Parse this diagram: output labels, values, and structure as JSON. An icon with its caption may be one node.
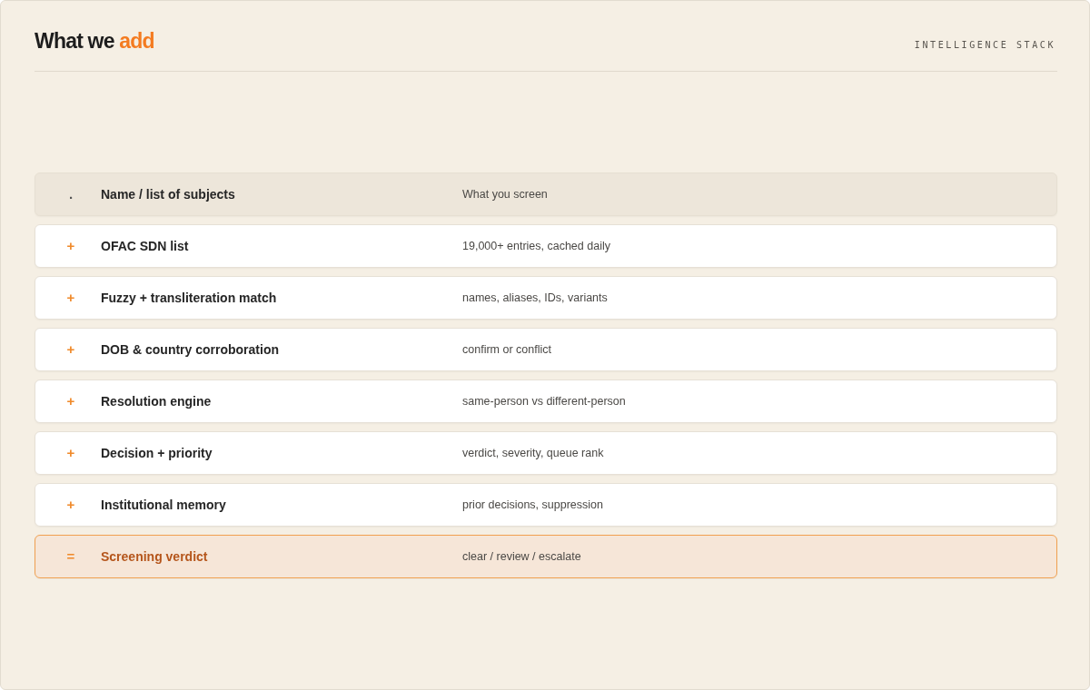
{
  "diagram": {
    "title": "What we *add*",
    "nodes": [
      {
        "text": [
          ".",
          "Name / list of subjects",
          "What you screen"
        ]
      },
      {
        "text": [
          "+",
          "OFAC SDN list",
          "19,000+ entries, cached daily"
        ]
      },
      {
        "text": [
          "+",
          "Fuzzy + transliteration match",
          "names, aliases, IDs, variants"
        ]
      },
      {
        "text": [
          "+",
          "DOB & country corroboration",
          "confirm or conflict"
        ]
      },
      {
        "text": [
          "+",
          "Resolution engine",
          "same-person vs different-person"
        ]
      },
      {
        "text": [
          "+",
          "Decision + priority",
          "verdict, severity, queue rank"
        ]
      },
      {
        "text": [
          "+",
          "Institutional memory",
          "prior decisions, suppression"
        ]
      },
      {
        "text": [
          "=",
          "Screening verdict",
          "clear / review / escalate"
        ]
      }
    ],
    "labels": [
      "INTELLIGENCE STACK"
    ]
  }
}
